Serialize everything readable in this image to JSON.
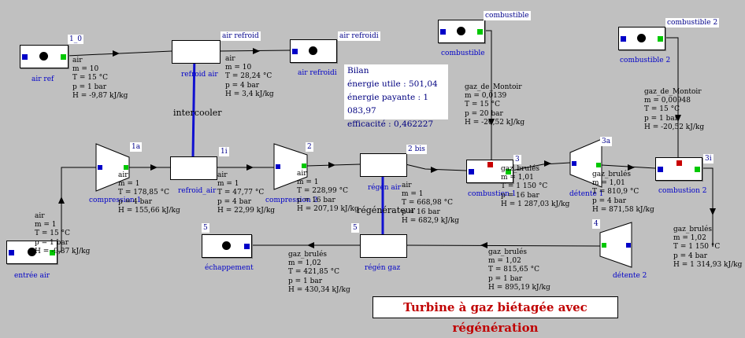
{
  "title": "Turbine à gaz biétagée avec régénération",
  "bilan": {
    "heading": "Bilan",
    "energie_utile": "énergie utile : 501,04",
    "energie_payante": "énergie payante : 1 083,97",
    "efficacite": "efficacité : 0,462227"
  },
  "labels": {
    "intercooler": "intercooler",
    "regenerateur": "régénérateur"
  },
  "components": {
    "air_ref": "air ref",
    "refroid_air_top": "refroid air",
    "air_refroidi": "air refroidi",
    "combustible": "combustible",
    "combustible_2": "combustible 2",
    "compression_1": "compression 1",
    "refroid_air": "refroid_air",
    "compression_2": "compression 2",
    "regen_air": "régén air",
    "combustion_1": "combustion 1",
    "detente_1": "détente 1",
    "combustion_2": "combustion 2",
    "entree_air": "entrée air",
    "echappement": "échappement",
    "regen_gaz": "régén gaz",
    "detente_2": "détente 2"
  },
  "point_tags": {
    "p1_0": "1_0",
    "air_refroid": "air refroid",
    "air_refroidi": "air refroidi",
    "combustible": "combustible",
    "combustible_2": "combustible 2",
    "p1a": "1a",
    "p1i": "1i",
    "p2": "2",
    "p2bis": "2 bis",
    "p3": "3",
    "p3a": "3a",
    "p3i": "3i",
    "p4": "4",
    "p5a": "5",
    "p5b": "5"
  },
  "states": {
    "s1_0": [
      "air",
      "m = 10",
      "T = 15 °C",
      "p = 1 bar",
      "H = -9,87 kJ/kg"
    ],
    "s_air_refroid": [
      "air",
      "m = 10",
      "T = 28,24 °C",
      "p = 4 bar",
      "H = 3,4 kJ/kg"
    ],
    "s_fuel1": [
      "gaz_de_Montoir",
      "m = 0,0139",
      "T = 15 °C",
      "p = 20 bar",
      "H = -20,52 kJ/kg"
    ],
    "s_fuel2": [
      "gaz_de_Montoir",
      "m = 0,00948",
      "T = 15 °C",
      "p = 1 bar",
      "H = -20,52 kJ/kg"
    ],
    "s1a": [
      "air",
      "m = 1",
      "T = 178,85 °C",
      "p = 4 bar",
      "H = 155,66 kJ/kg"
    ],
    "s1i": [
      "air",
      "m = 1",
      "T = 47,77 °C",
      "p = 4 bar",
      "H = 22,99 kJ/kg"
    ],
    "s2": [
      "air",
      "m = 1",
      "T = 228,99 °C",
      "p = 16 bar",
      "H = 207,19 kJ/kg"
    ],
    "s2bis": [
      "air",
      "m = 1",
      "T = 668,98 °C",
      "p = 16 bar",
      "H = 682,9 kJ/kg"
    ],
    "s3": [
      "gaz_brulés",
      "m = 1,01",
      "T = 1 150 °C",
      "p = 16 bar",
      "H = 1 287,03 kJ/kg"
    ],
    "s3a": [
      "gaz_brulés",
      "m = 1,01",
      "T = 810,9 °C",
      "p = 4 bar",
      "H = 871,58 kJ/kg"
    ],
    "s3i": [
      "gaz_brulés",
      "m = 1,02",
      "T = 1 150 °C",
      "p = 4 bar",
      "H = 1 314,93 kJ/kg"
    ],
    "s4": [
      "gaz_brulés",
      "m = 1,02",
      "T = 815,65 °C",
      "p = 1 bar",
      "H = 895,19 kJ/kg"
    ],
    "s5": [
      "gaz_brulés",
      "m = 1,02",
      "T = 421,85 °C",
      "p = 1 bar",
      "H = 430,34 kJ/kg"
    ],
    "s_inlet": [
      "air",
      "m = 1",
      "T = 15 °C",
      "p = 1 bar",
      "H = -9,87 kJ/kg"
    ]
  }
}
